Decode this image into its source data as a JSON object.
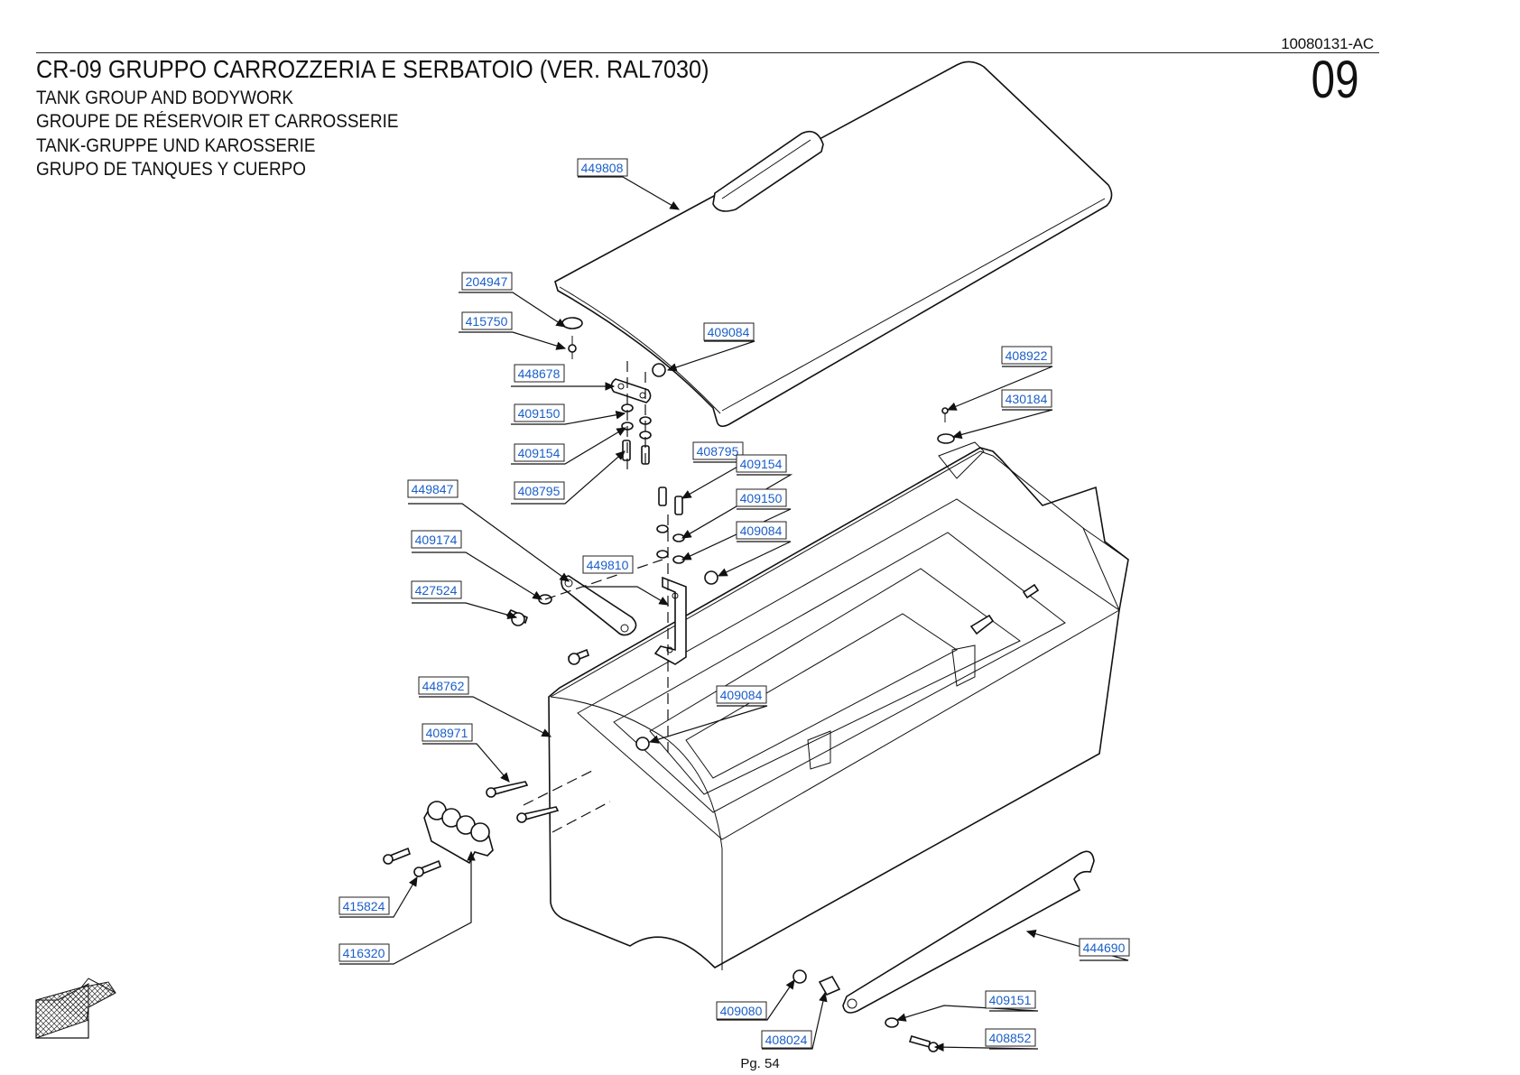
{
  "header": {
    "doc_number": "10080131-AC",
    "section_number": "09",
    "title": "CR-09 GRUPPO CARROZZERIA E SERBATOIO (VER. RAL7030)",
    "subtitles": [
      "TANK GROUP AND BODYWORK",
      "GROUPE DE RÉSERVOIR ET CARROSSERIE",
      "TANK-GRUPPE UND KAROSSERIE",
      "GRUPO DE TANQUES Y CUERPO"
    ]
  },
  "callouts": [
    {
      "id": "449808"
    },
    {
      "id": "204947"
    },
    {
      "id": "415750"
    },
    {
      "id": "409084"
    },
    {
      "id": "448678"
    },
    {
      "id": "409150"
    },
    {
      "id": "409154"
    },
    {
      "id": "408795"
    },
    {
      "id": "408795"
    },
    {
      "id": "409154"
    },
    {
      "id": "409150"
    },
    {
      "id": "409084"
    },
    {
      "id": "449847"
    },
    {
      "id": "409174"
    },
    {
      "id": "449810"
    },
    {
      "id": "427524"
    },
    {
      "id": "408922"
    },
    {
      "id": "430184"
    },
    {
      "id": "448762"
    },
    {
      "id": "409084"
    },
    {
      "id": "408971"
    },
    {
      "id": "415824"
    },
    {
      "id": "416320"
    },
    {
      "id": "444690"
    },
    {
      "id": "409080"
    },
    {
      "id": "408024"
    },
    {
      "id": "409151"
    },
    {
      "id": "408852"
    }
  ],
  "footer": {
    "page_label": "Pg. 54"
  },
  "colors": {
    "callout_text": "#1a5fc8",
    "line": "#111111"
  }
}
